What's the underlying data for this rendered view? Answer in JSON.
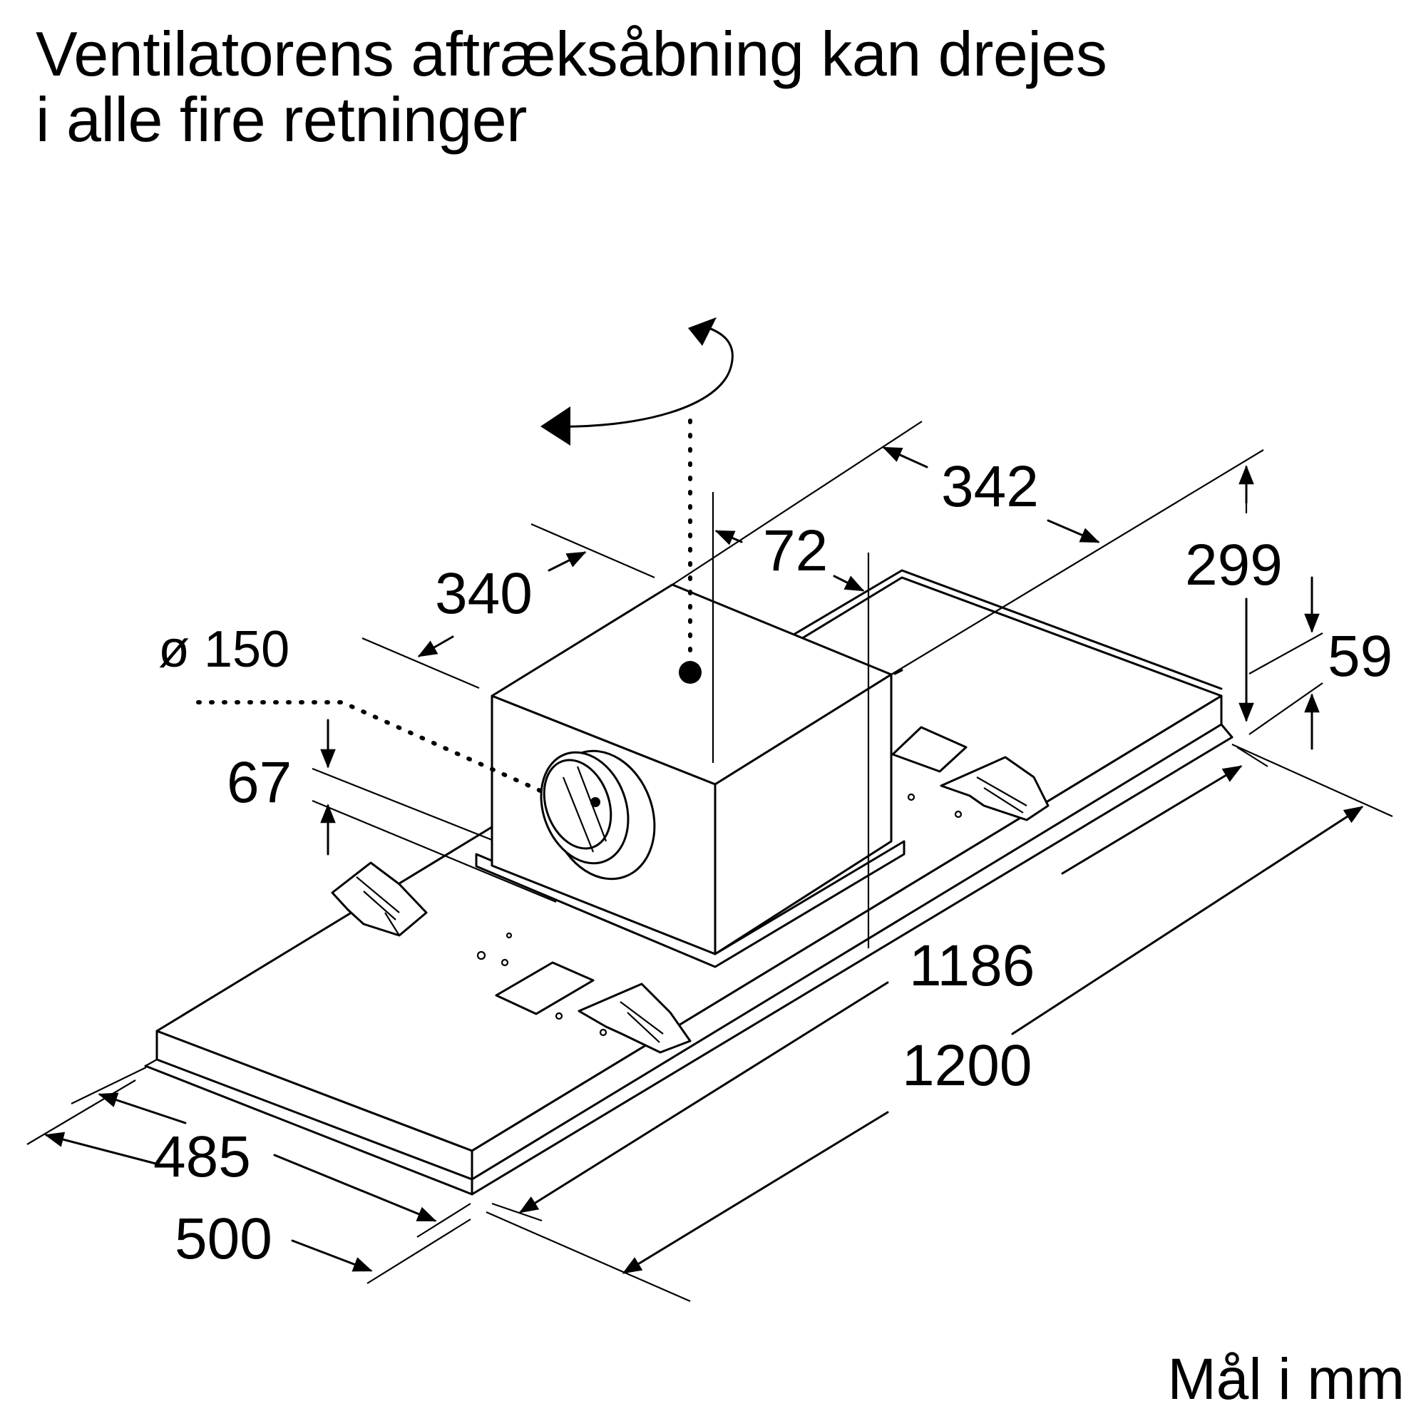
{
  "heading": {
    "line1": "Ventilatorens aftræksåbning kan drejes",
    "line2": "i alle fire retninger"
  },
  "dimensions": {
    "d342": "342",
    "d72": "72",
    "d340": "340",
    "d299": "299",
    "d59": "59",
    "d150": "ø 150",
    "d67": "67",
    "d1186": "1186",
    "d1200": "1200",
    "d485": "485",
    "d500": "500"
  },
  "units_label": "Mål i mm"
}
